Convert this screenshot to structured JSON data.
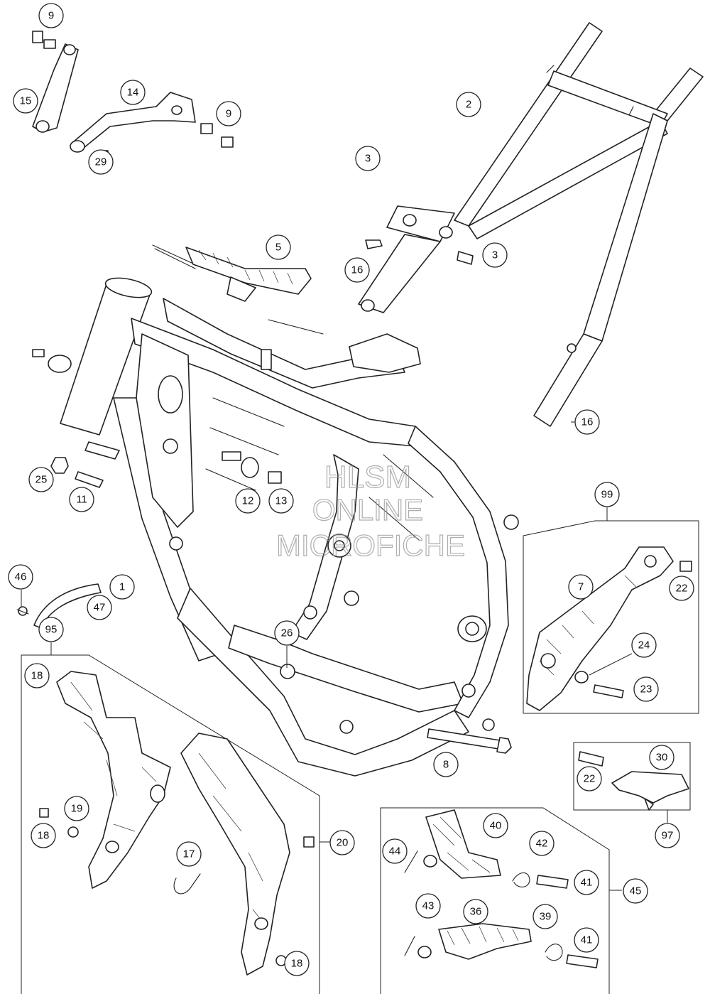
{
  "watermark": {
    "line1": "HLSM",
    "line2": "ONLINE",
    "line3": "MICROFICHE"
  },
  "callouts": [
    {
      "id": "c-9a",
      "label": "9"
    },
    {
      "id": "c-15",
      "label": "15"
    },
    {
      "id": "c-14",
      "label": "14"
    },
    {
      "id": "c-9b",
      "label": "9"
    },
    {
      "id": "c-29",
      "label": "29"
    },
    {
      "id": "c-2",
      "label": "2"
    },
    {
      "id": "c-3a",
      "label": "3"
    },
    {
      "id": "c-3b",
      "label": "3"
    },
    {
      "id": "c-5",
      "label": "5"
    },
    {
      "id": "c-16a",
      "label": "16"
    },
    {
      "id": "c-16b",
      "label": "16"
    },
    {
      "id": "c-25",
      "label": "25"
    },
    {
      "id": "c-11",
      "label": "11"
    },
    {
      "id": "c-12",
      "label": "12"
    },
    {
      "id": "c-13",
      "label": "13"
    },
    {
      "id": "c-1",
      "label": "1"
    },
    {
      "id": "c-46",
      "label": "46"
    },
    {
      "id": "c-47",
      "label": "47"
    },
    {
      "id": "c-95",
      "label": "95"
    },
    {
      "id": "c-26",
      "label": "26"
    },
    {
      "id": "c-99",
      "label": "99"
    },
    {
      "id": "c-7",
      "label": "7"
    },
    {
      "id": "c-22a",
      "label": "22"
    },
    {
      "id": "c-24",
      "label": "24"
    },
    {
      "id": "c-23",
      "label": "23"
    },
    {
      "id": "c-18a",
      "label": "18"
    },
    {
      "id": "c-19",
      "label": "19"
    },
    {
      "id": "c-18b",
      "label": "18"
    },
    {
      "id": "c-17",
      "label": "17"
    },
    {
      "id": "c-20",
      "label": "20"
    },
    {
      "id": "c-18c",
      "label": "18"
    },
    {
      "id": "c-8",
      "label": "8"
    },
    {
      "id": "c-30",
      "label": "30"
    },
    {
      "id": "c-22b",
      "label": "22"
    },
    {
      "id": "c-97",
      "label": "97"
    },
    {
      "id": "c-40",
      "label": "40"
    },
    {
      "id": "c-44",
      "label": "44"
    },
    {
      "id": "c-42",
      "label": "42"
    },
    {
      "id": "c-41a",
      "label": "41"
    },
    {
      "id": "c-43",
      "label": "43"
    },
    {
      "id": "c-36",
      "label": "36"
    },
    {
      "id": "c-39",
      "label": "39"
    },
    {
      "id": "c-41b",
      "label": "41"
    },
    {
      "id": "c-45",
      "label": "45"
    }
  ]
}
